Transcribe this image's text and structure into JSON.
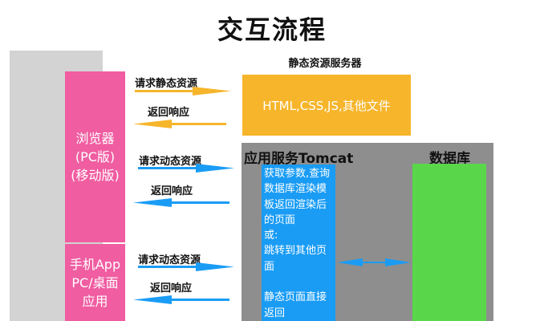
{
  "title": "交互流程",
  "clients": {
    "browser": {
      "label": "浏览器\n(PC版)\n(移动版)"
    },
    "app": {
      "label": "手机App\nPC/桌面\n应用"
    }
  },
  "flows": {
    "static_request": "请求静态资源",
    "static_response": "返回响应",
    "dynamic_request_browser": "请求动态资源",
    "dynamic_response_browser": "返回响应",
    "dynamic_request_app": "请求动态资源",
    "dynamic_response_app": "返回响应"
  },
  "static_server": {
    "title": "静态资源服务器",
    "content": "HTML,CSS,JS,其他文件"
  },
  "app_server": {
    "title": "应用服务Tomcat",
    "content": "获取参数,查询\n数据库渲染模\n板返回渲染后\n的页面\n或:\n跳转到其他页\n面\n\n静态页面直接\n返回"
  },
  "database": {
    "title": "数据库"
  },
  "colors": {
    "client": "#f05da1",
    "static": "#f6b52b",
    "dynamic": "#1a9cf5",
    "database": "#5ad64a",
    "app_bg": "#8e8e8e",
    "client_bg": "#d3d3d3"
  }
}
